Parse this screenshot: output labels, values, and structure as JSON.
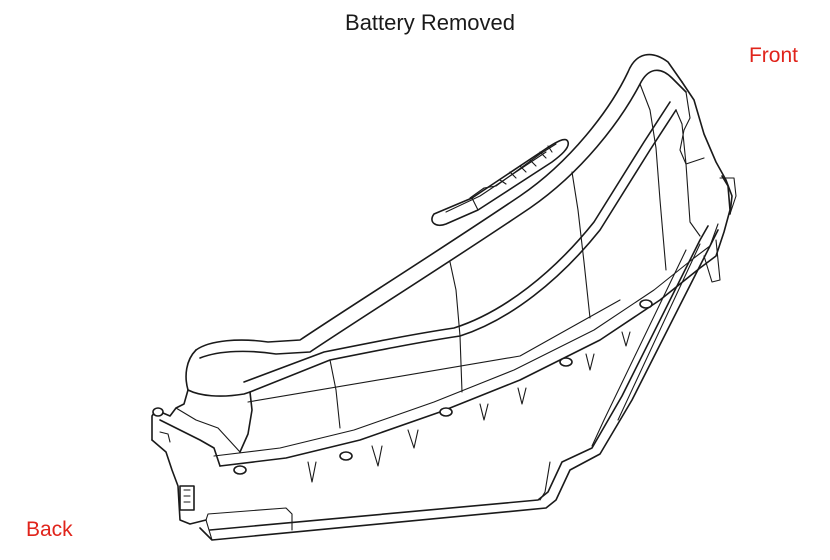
{
  "title": "Battery Removed",
  "labels": {
    "front": "Front",
    "back": "Back"
  },
  "colors": {
    "label_color": "#e0241b",
    "line_color": "#1a1a1a",
    "background": "#ffffff"
  }
}
